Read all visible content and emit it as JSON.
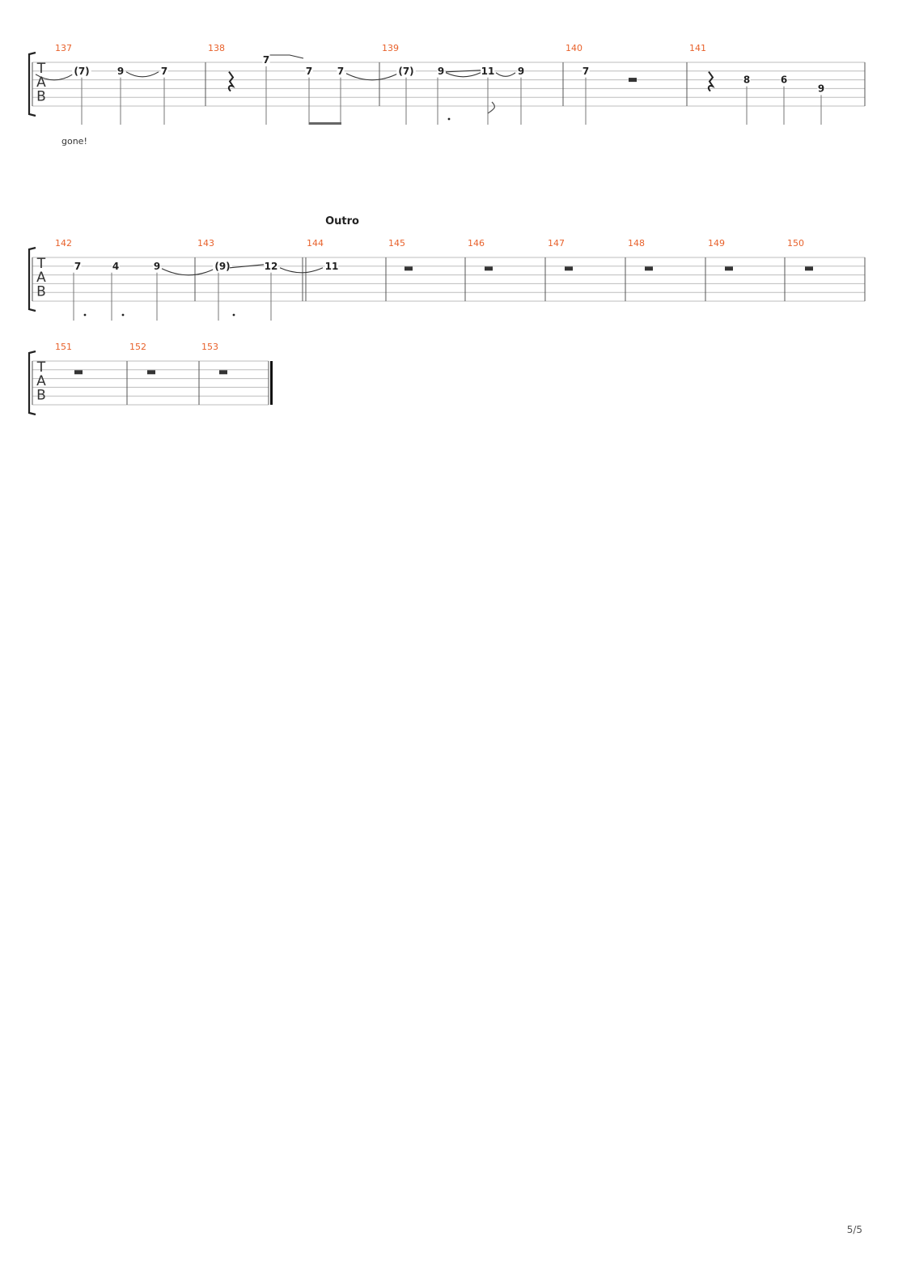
{
  "page": {
    "number": "5/5"
  },
  "section_label": "Outro",
  "lyric": "gone!",
  "systems": [
    {
      "measures": [
        {
          "number": "137",
          "notes": [
            "(7)",
            "9",
            "7"
          ]
        },
        {
          "number": "138",
          "notes": [
            "7",
            "7",
            "7"
          ]
        },
        {
          "number": "139",
          "notes": [
            "(7)",
            "9",
            "11",
            "9"
          ]
        },
        {
          "number": "140",
          "notes": [
            "7"
          ]
        },
        {
          "number": "141",
          "notes": [
            "8",
            "6",
            "9"
          ]
        }
      ]
    },
    {
      "measures": [
        {
          "number": "142",
          "notes": [
            "7",
            "4",
            "9"
          ]
        },
        {
          "number": "143",
          "notes": [
            "(9)",
            "12"
          ]
        },
        {
          "number": "144",
          "notes": [
            "11"
          ]
        },
        {
          "number": "145",
          "notes": []
        },
        {
          "number": "146",
          "notes": []
        },
        {
          "number": "147",
          "notes": []
        },
        {
          "number": "148",
          "notes": []
        },
        {
          "number": "149",
          "notes": []
        },
        {
          "number": "150",
          "notes": []
        }
      ]
    },
    {
      "measures": [
        {
          "number": "151",
          "notes": []
        },
        {
          "number": "152",
          "notes": []
        },
        {
          "number": "153",
          "notes": []
        }
      ]
    }
  ],
  "tab_clef": [
    "T",
    "A",
    "B"
  ]
}
